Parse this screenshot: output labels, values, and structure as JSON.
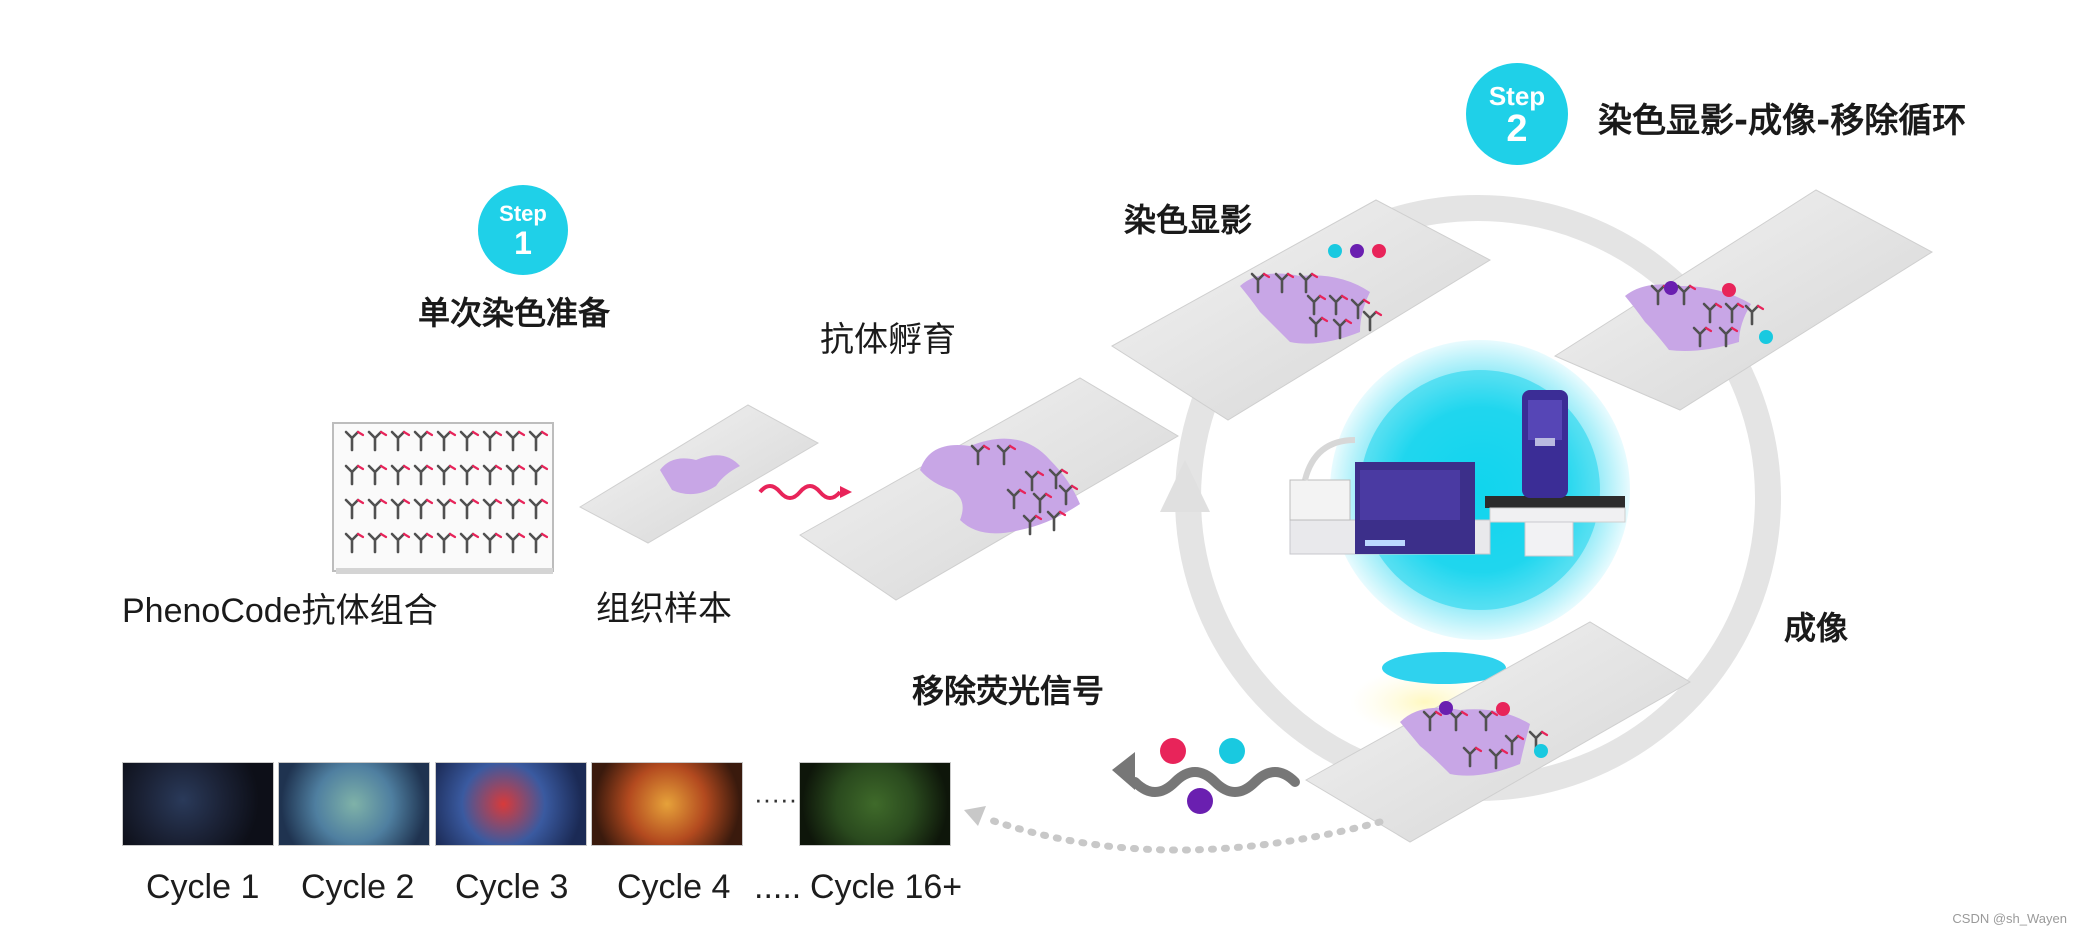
{
  "step1": {
    "badge_word": "Step",
    "badge_num": "1",
    "title": "单次染色准备"
  },
  "step2": {
    "badge_word": "Step",
    "badge_num": "2",
    "title": "染色显影-成像-移除循环"
  },
  "labels": {
    "antibody_panel": "PhenoCode抗体组合",
    "tissue_sample": "组织样本",
    "incubation": "抗体孵育",
    "staining": "染色显影",
    "imaging": "成像",
    "removal": "移除荧光信号"
  },
  "cycles": [
    "Cycle 1",
    "Cycle 2",
    "Cycle 3",
    "Cycle 4",
    ".....",
    "Cycle 16+"
  ],
  "thumb_dots": "·····",
  "watermark": "CSDN @sh_Wayen",
  "colors": {
    "badge": "#1fd0e8",
    "tissue": "#c8a6e6",
    "antibody": "#555555",
    "marker_pink": "#e8245a",
    "marker_purple": "#6a1fb0",
    "marker_cyan": "#19c9e0",
    "cycle_arrow": "#e6e6e6"
  }
}
